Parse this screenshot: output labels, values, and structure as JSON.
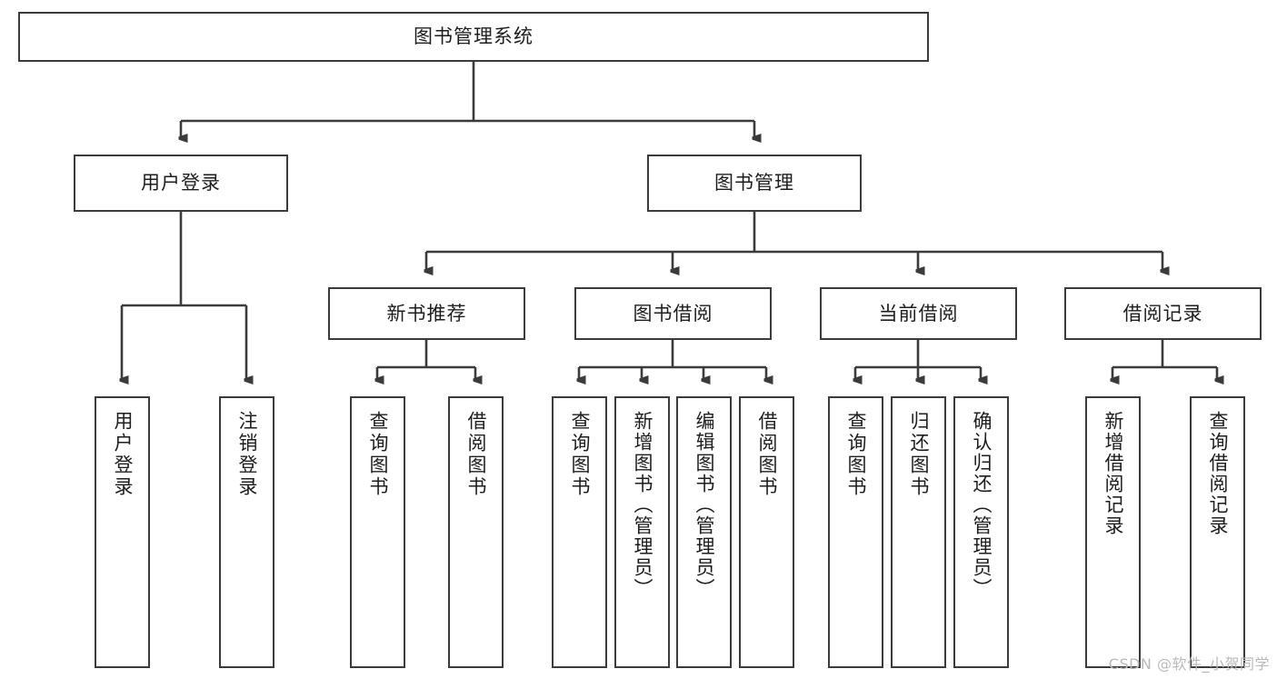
{
  "diagram": {
    "title": "图书管理系统",
    "type": "tree-hierarchy",
    "root": {
      "label": "图书管理系统"
    },
    "level1": [
      {
        "label": "用户登录"
      },
      {
        "label": "图书管理"
      }
    ],
    "level2": [
      {
        "label": "新书推荐"
      },
      {
        "label": "图书借阅"
      },
      {
        "label": "当前借阅"
      },
      {
        "label": "借阅记录"
      }
    ],
    "leaves": {
      "user_login": [
        {
          "label": "用户登录"
        },
        {
          "label": "注销登录"
        }
      ],
      "new_book_recommend": [
        {
          "label": "查询图书"
        },
        {
          "label": "借阅图书"
        }
      ],
      "book_borrow": [
        {
          "label": "查询图书"
        },
        {
          "label": "新增图书（管理员）"
        },
        {
          "label": "编辑图书（管理员）"
        },
        {
          "label": "借阅图书"
        }
      ],
      "current_borrow": [
        {
          "label": "查询图书"
        },
        {
          "label": "归还图书"
        },
        {
          "label": "确认归还（管理员）"
        }
      ],
      "borrow_record": [
        {
          "label": "新增借阅记录"
        },
        {
          "label": "查询借阅记录"
        }
      ]
    }
  },
  "watermark": {
    "text": "CSDN @软件_小贺同学"
  },
  "colors": {
    "border": "#3b3b3b",
    "text": "#1d1d1d",
    "background": "#ffffff",
    "watermark": "#b9b9b9"
  }
}
